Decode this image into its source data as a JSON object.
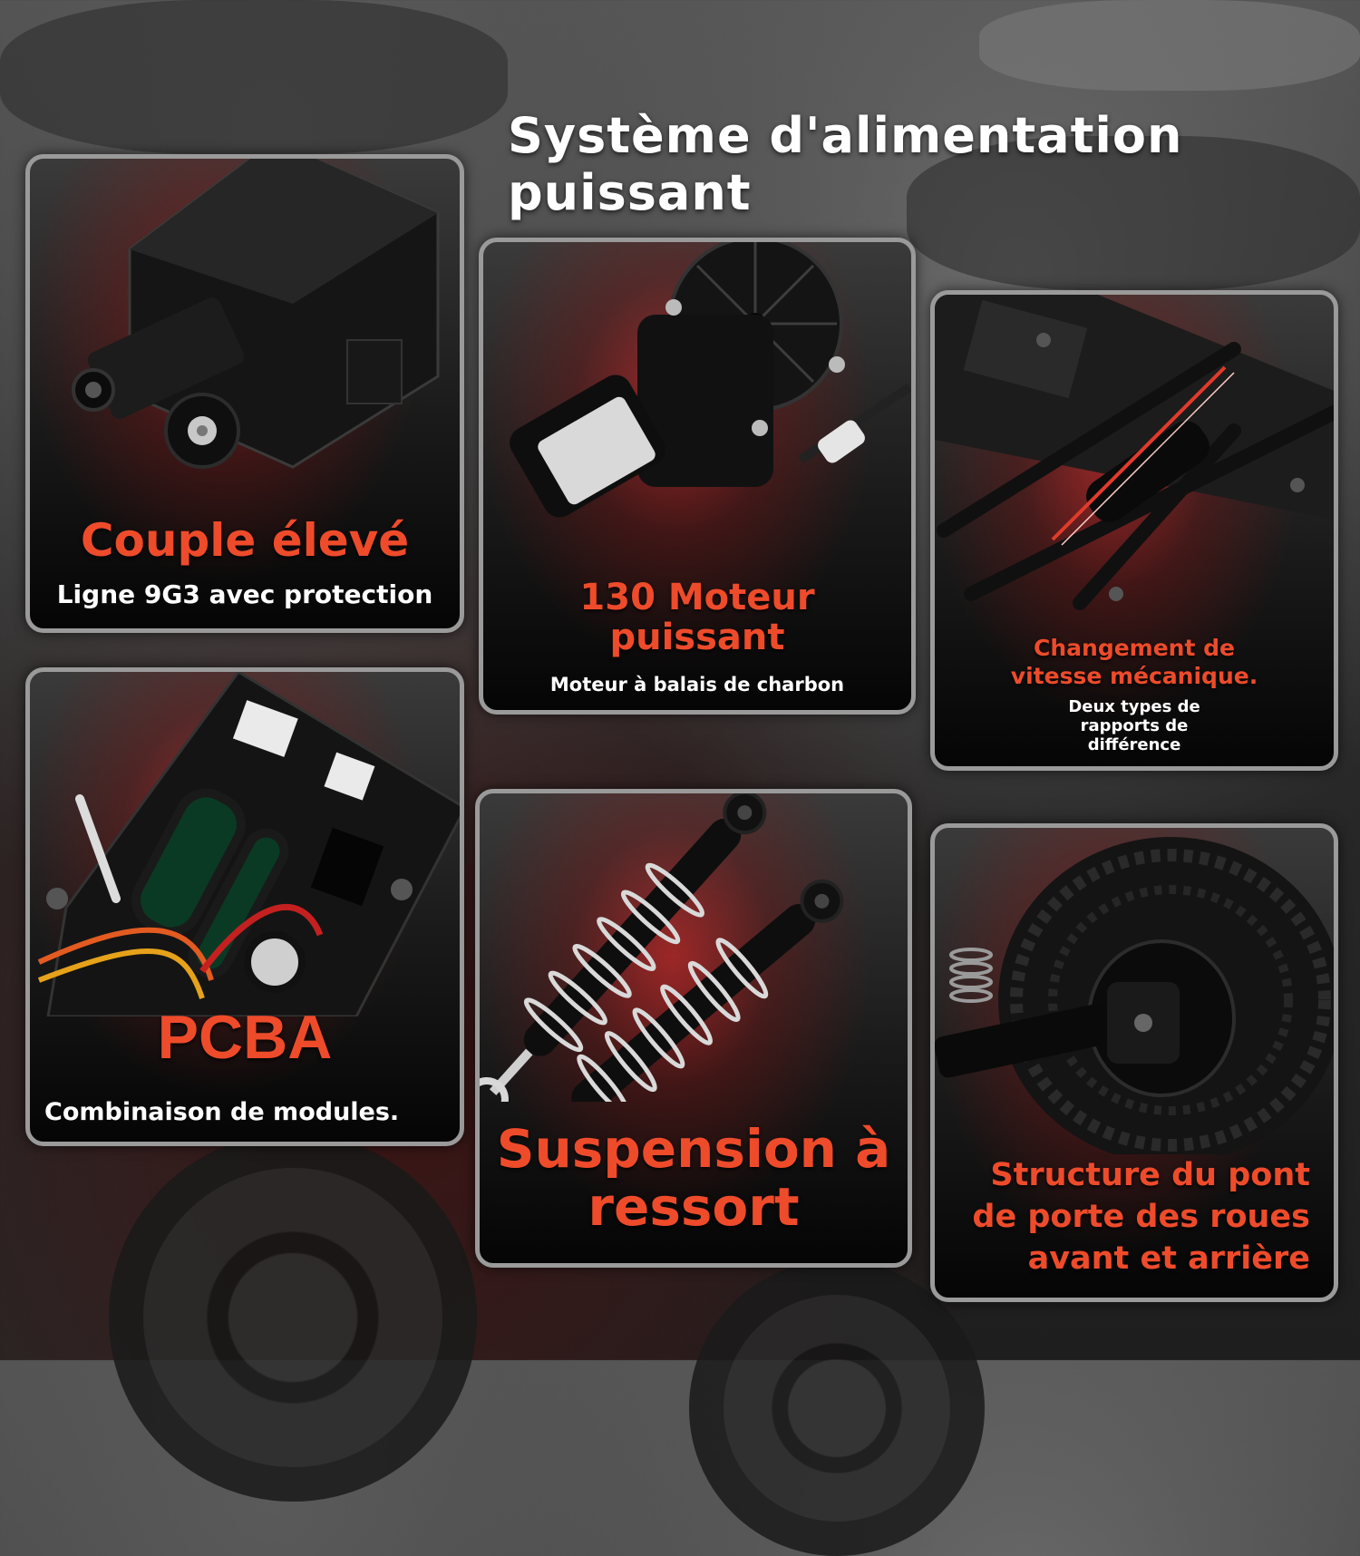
{
  "title": "Système d'alimentation puissant",
  "cards": {
    "servo": {
      "heading": "Couple élevé",
      "sub": "Ligne 9G3 avec protection"
    },
    "motor": {
      "heading_line1": "130 Moteur",
      "heading_line2": "puissant",
      "sub": "Moteur à balais de charbon"
    },
    "gear": {
      "heading_line1": "Changement de",
      "heading_line2": "vitesse mécanique.",
      "sub_line1": "Deux types de",
      "sub_line2": "rapports de",
      "sub_line3": "différence"
    },
    "pcba": {
      "heading": "PCBA",
      "sub": "Combinaison de modules."
    },
    "suspension": {
      "heading_line1": "Suspension à",
      "heading_line2": "ressort"
    },
    "axle": {
      "heading_line1": "Structure du pont",
      "heading_line2": "de porte des roues",
      "heading_line3": "avant et arrière"
    }
  },
  "colors": {
    "accent": "#ee4b2b",
    "border": "#9a9a9a"
  },
  "icons": [
    "servo-icon",
    "gear-motor-icon",
    "chassis-gear-icon",
    "circuit-board-icon",
    "shock-absorber-icon",
    "tire-axle-icon"
  ]
}
